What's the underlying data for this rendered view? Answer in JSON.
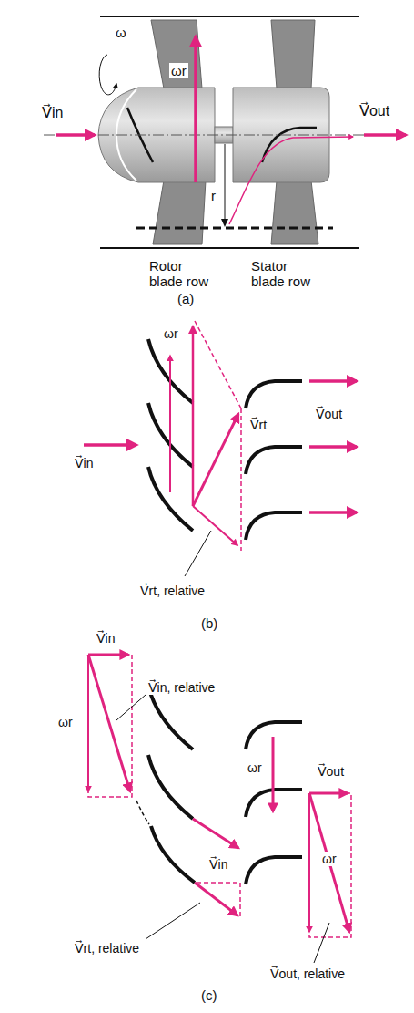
{
  "diagram": {
    "labels": [
      "ω",
      "ωr",
      "V⃗in",
      "V⃗out",
      "r",
      "Rotor blade row",
      "Stator blade row",
      "(a)",
      "ωr",
      "V⃗rt",
      "V⃗out",
      "V⃗in",
      "V⃗rt, relative",
      "(b)",
      "V⃗in",
      "ωr",
      "V⃗in, relative",
      "ωr",
      "V⃗out",
      "ωr",
      "V⃗in",
      "V⃗rt, relative",
      "V⃗out, relative",
      "(c)"
    ]
  }
}
